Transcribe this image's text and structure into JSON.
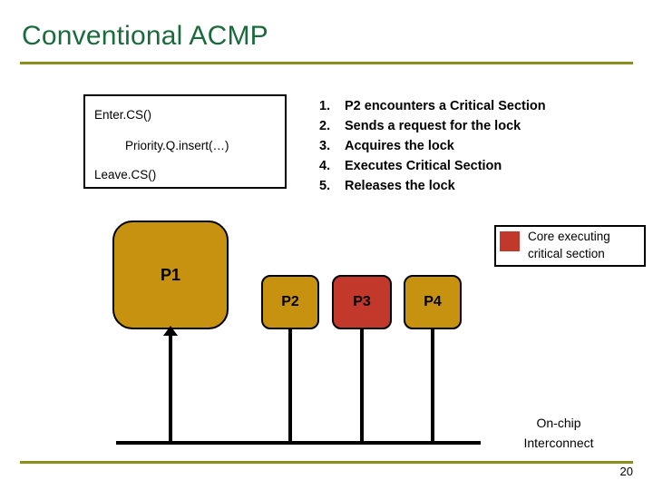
{
  "slide": {
    "title": "Conventional ACMP",
    "page_number": "20"
  },
  "code_box": {
    "lines": [
      "Enter.CS()",
      "Priority.Q.insert(…)",
      "Leave.CS()"
    ]
  },
  "steps": [
    {
      "num": "1.",
      "text": "P2 encounters a Critical Section"
    },
    {
      "num": "2.",
      "text": "Sends a request for the lock"
    },
    {
      "num": "3.",
      "text": "Acquires the lock"
    },
    {
      "num": "4.",
      "text": "Executes Critical Section"
    },
    {
      "num": "5.",
      "text": "Releases the lock"
    }
  ],
  "cores": [
    {
      "label": "P1",
      "color": "#c89211"
    },
    {
      "label": "P2",
      "color": "#c89211"
    },
    {
      "label": "P3",
      "color": "#c2392c"
    },
    {
      "label": "P4",
      "color": "#c89211"
    }
  ],
  "legend": {
    "swatch_color": "#c2392c",
    "line1": "Core executing",
    "line2": "critical section"
  },
  "interconnect": {
    "line1": "On-chip",
    "line2": "Interconnect"
  },
  "theme": {
    "title_color": "#1a6b3c",
    "rule_color": "#8b8f1a",
    "core_color": "#c89211",
    "critical_color": "#c2392c"
  }
}
